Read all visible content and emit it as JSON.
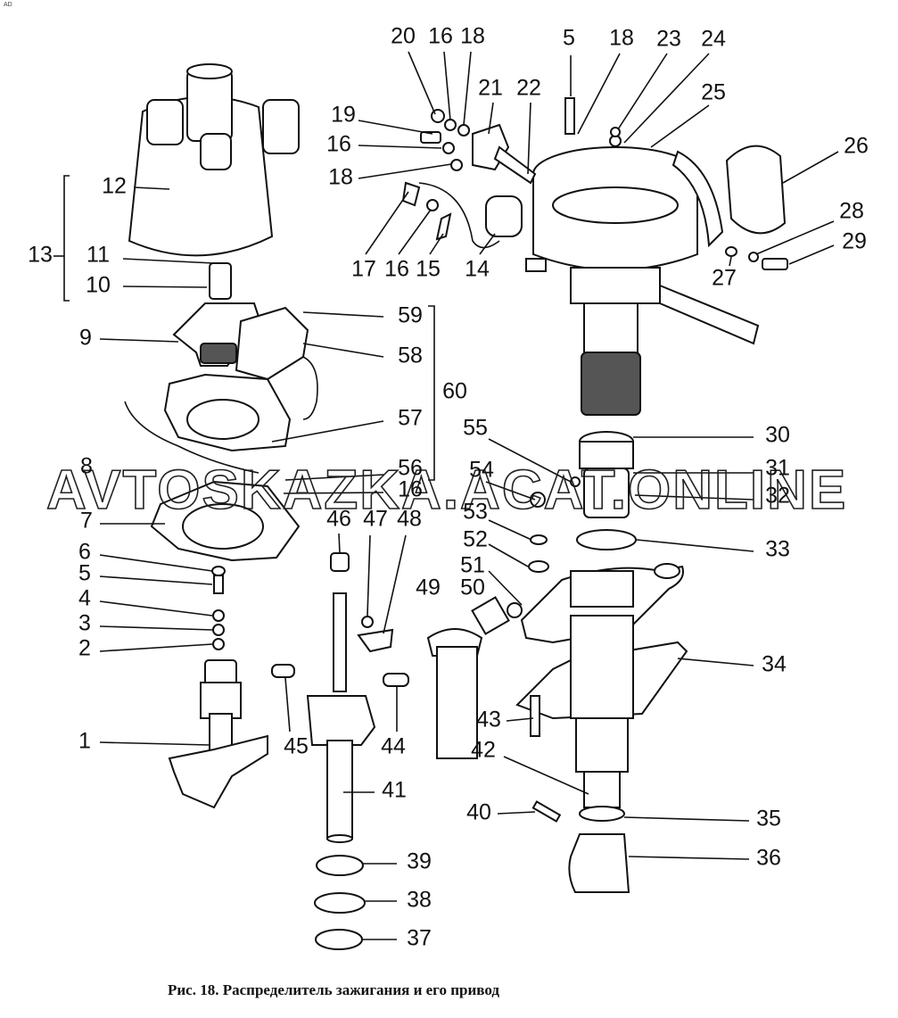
{
  "corner_mark": "AD",
  "caption": "Рис. 18. Распределитель зажигания и его привод",
  "watermark": "AVTOSKAZKA.ACAT.ONLINE",
  "labels": {
    "l20": "20",
    "l16a": "16",
    "l18a": "18",
    "l5a": "5",
    "l18b": "18",
    "l23": "23",
    "l24": "24",
    "l25": "25",
    "l26": "26",
    "l21": "21",
    "l22": "22",
    "l19": "19",
    "l16b": "16",
    "l18c": "18",
    "l12": "12",
    "l13": "13",
    "l11": "11",
    "l10": "10",
    "l17": "17",
    "l16c": "16",
    "l15": "15",
    "l14": "14",
    "l28": "28",
    "l29": "29",
    "l27": "27",
    "l9": "9",
    "l59": "59",
    "l58": "58",
    "l60": "60",
    "l57": "57",
    "l55": "55",
    "l30": "30",
    "l8": "8",
    "l56": "56",
    "l31": "31",
    "l54": "54",
    "l16d": "16",
    "l32": "32",
    "l7": "7",
    "l46": "46",
    "l47": "47",
    "l48": "48",
    "l53": "53",
    "l33": "33",
    "l52": "52",
    "l6": "6",
    "l5b": "5",
    "l51": "51",
    "l4": "4",
    "l49": "49",
    "l50": "50",
    "l3": "3",
    "l2": "2",
    "l34": "34",
    "l43": "43",
    "l1": "1",
    "l45": "45",
    "l44": "44",
    "l42": "42",
    "l41": "41",
    "l40": "40",
    "l35": "35",
    "l36": "36",
    "l39": "39",
    "l38": "38",
    "l37": "37"
  }
}
